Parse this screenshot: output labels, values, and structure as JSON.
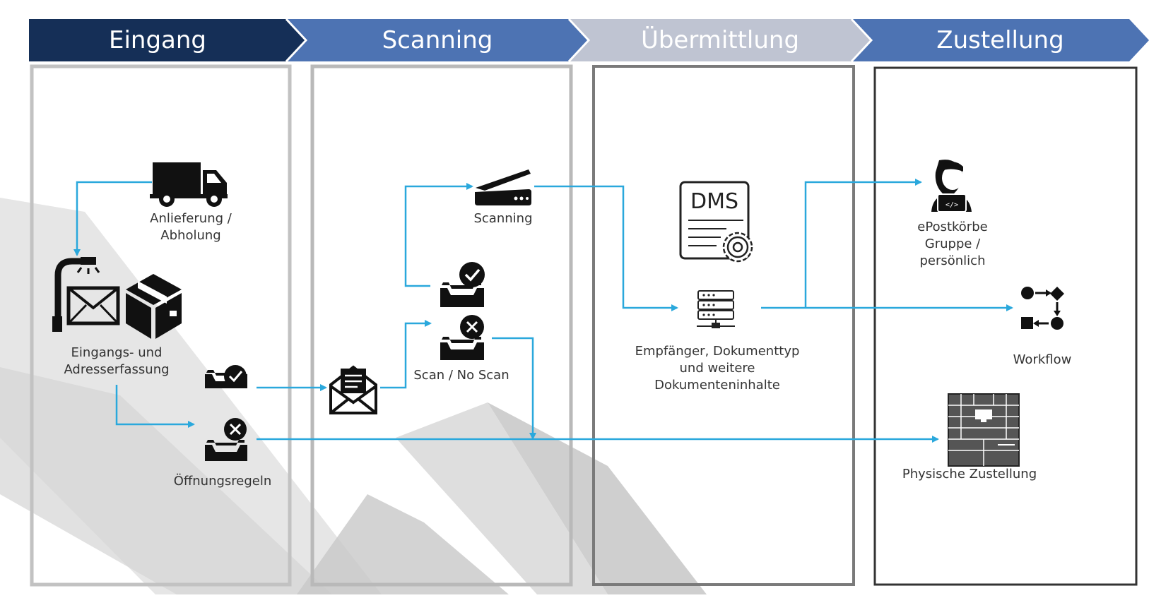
{
  "header": {
    "stages": [
      {
        "label": "Eingang",
        "color": "#152f57"
      },
      {
        "label": "Scanning",
        "color": "#4d73b3"
      },
      {
        "label": "Übermittlung",
        "color": "#bfc4d2"
      },
      {
        "label": "Zustellung",
        "color": "#4d73b3"
      }
    ]
  },
  "nodes": {
    "delivery": {
      "line1": "Anlieferung /",
      "line2": "Abholung",
      "icon": "truck-icon"
    },
    "intake": {
      "line1": "Eingangs- und",
      "line2": "Adresserfassung",
      "icon": "mailbox-package-icon"
    },
    "opening_rules": {
      "label": "Öffnungsregeln",
      "icon": "inbox-check-cross-icon"
    },
    "scanner": {
      "label": "Scanning",
      "icon": "scanner-icon"
    },
    "scan_decision": {
      "label": "Scan / No Scan",
      "icon": "inbox-check-cross-icon"
    },
    "opened_mail": {
      "icon": "opened-envelope-icon"
    },
    "dms": {
      "text": "DMS",
      "icon": "dms-document-gear-icon"
    },
    "extraction": {
      "line1": "Empfänger, Dokumenttyp",
      "line2": "und weitere",
      "line3": "Dokumenteninhalte",
      "icon": "server-icon"
    },
    "epostbox": {
      "line1": "ePostkörbe",
      "line2": "Gruppe /",
      "line3": "persönlich",
      "icon": "user-laptop-icon"
    },
    "workflow": {
      "label": "Workflow",
      "icon": "workflow-icon"
    },
    "physical": {
      "label": "Physische Zustellung",
      "icon": "mailroom-lockers-icon"
    }
  },
  "colors": {
    "flow": "#2aa8dc",
    "icon": "#111111"
  }
}
